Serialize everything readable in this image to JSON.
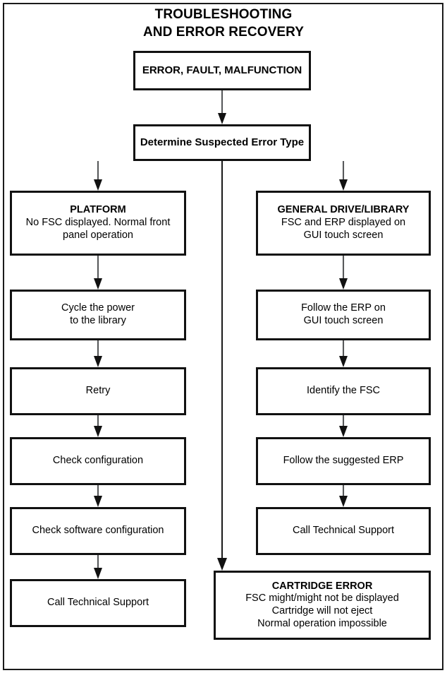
{
  "title": {
    "line1": "TROUBLESHOOTING",
    "line2": "AND ERROR RECOVERY"
  },
  "chart_data": {
    "type": "flowchart",
    "title": "TROUBLESHOOTING AND ERROR RECOVERY",
    "orientation": "top-down",
    "nodes": [
      {
        "id": "error-fault",
        "heading": "ERROR, FAULT, MALFUNCTION",
        "lines": []
      },
      {
        "id": "determine-type",
        "heading": "Determine Suspected Error Type",
        "lines": []
      },
      {
        "id": "platform",
        "heading": "PLATFORM",
        "lines": [
          "No FSC displayed. Normal front",
          "panel operation"
        ]
      },
      {
        "id": "cycle-power",
        "heading": "",
        "lines": [
          "Cycle the power",
          "to the library"
        ]
      },
      {
        "id": "retry",
        "heading": "",
        "lines": [
          "Retry"
        ]
      },
      {
        "id": "check-config",
        "heading": "",
        "lines": [
          "Check configuration"
        ]
      },
      {
        "id": "check-sw-config",
        "heading": "",
        "lines": [
          "Check software configuration"
        ]
      },
      {
        "id": "call-support-left",
        "heading": "",
        "lines": [
          "Call Technical Support"
        ]
      },
      {
        "id": "general-drive",
        "heading": "GENERAL DRIVE/LIBRARY",
        "lines": [
          "FSC and ERP displayed on",
          "GUI touch screen"
        ]
      },
      {
        "id": "follow-erp-gui",
        "heading": "",
        "lines": [
          "Follow the ERP on",
          "GUI touch screen"
        ]
      },
      {
        "id": "identify-fsc",
        "heading": "",
        "lines": [
          "Identify the FSC"
        ]
      },
      {
        "id": "follow-suggested",
        "heading": "",
        "lines": [
          "Follow the suggested ERP"
        ]
      },
      {
        "id": "call-support-right",
        "heading": "",
        "lines": [
          "Call Technical Support"
        ]
      },
      {
        "id": "cartridge-error",
        "heading": "CARTRIDGE ERROR",
        "lines": [
          "FSC might/might not be displayed",
          "Cartridge will not eject",
          "Normal operation impossible"
        ]
      }
    ],
    "edges": [
      {
        "from": "error-fault",
        "to": "determine-type"
      },
      {
        "from": "determine-type",
        "to": "platform"
      },
      {
        "from": "determine-type",
        "to": "general-drive"
      },
      {
        "from": "determine-type",
        "to": "cartridge-error"
      },
      {
        "from": "platform",
        "to": "cycle-power"
      },
      {
        "from": "cycle-power",
        "to": "retry"
      },
      {
        "from": "retry",
        "to": "check-config"
      },
      {
        "from": "check-config",
        "to": "check-sw-config"
      },
      {
        "from": "check-sw-config",
        "to": "call-support-left"
      },
      {
        "from": "general-drive",
        "to": "follow-erp-gui"
      },
      {
        "from": "follow-erp-gui",
        "to": "identify-fsc"
      },
      {
        "from": "identify-fsc",
        "to": "follow-suggested"
      },
      {
        "from": "follow-suggested",
        "to": "call-support-right"
      }
    ],
    "colors": {
      "background": "#ffffff",
      "box_border": "#111111",
      "connector": "#58595b",
      "text": "#000000"
    }
  },
  "nodes": {
    "error_fault": {
      "heading": "ERROR, FAULT, MALFUNCTION"
    },
    "determine_type": {
      "heading": "Determine Suspected Error Type"
    },
    "platform": {
      "heading": "PLATFORM",
      "line1": "No FSC displayed. Normal front",
      "line2": "panel operation"
    },
    "cycle_power": {
      "line1": "Cycle the power",
      "line2": "to the library"
    },
    "retry": {
      "line1": "Retry"
    },
    "check_config": {
      "line1": "Check configuration"
    },
    "check_sw_config": {
      "line1": "Check software configuration"
    },
    "call_support_left": {
      "line1": "Call Technical Support"
    },
    "general_drive": {
      "heading": "GENERAL DRIVE/LIBRARY",
      "line1": "FSC and ERP displayed on",
      "line2": "GUI touch screen"
    },
    "follow_erp_gui": {
      "line1": "Follow the ERP on",
      "line2": "GUI touch screen"
    },
    "identify_fsc": {
      "line1": "Identify the FSC"
    },
    "follow_suggested": {
      "line1": "Follow the suggested ERP"
    },
    "call_support_right": {
      "line1": "Call Technical Support"
    },
    "cartridge_error": {
      "heading": "CARTRIDGE ERROR",
      "line1": "FSC might/might not be displayed",
      "line2": "Cartridge will not eject",
      "line3": "Normal operation impossible"
    }
  }
}
